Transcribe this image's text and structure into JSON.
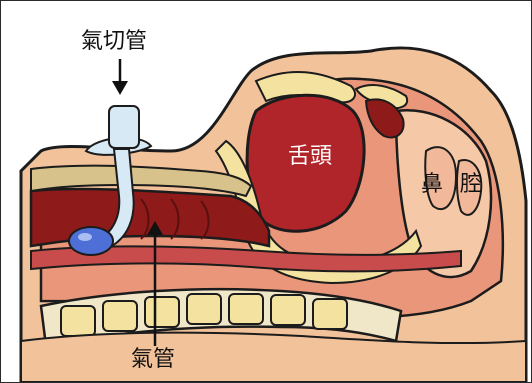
{
  "labels": {
    "tracheostomy_tube": "氣切管",
    "tongue": "舌頭",
    "nasal_1": "鼻",
    "nasal_2": "腔",
    "trachea": "氣管"
  },
  "colors": {
    "outline": "#1c1c1c",
    "skin": "#f2c39b",
    "flesh": "#e9967a",
    "muscle_dark": "#8e1a1a",
    "tongue": "#b0252a",
    "bone": "#f3e2a0",
    "tube": "#d7e9f5",
    "cuff": "#4d6fd6"
  }
}
